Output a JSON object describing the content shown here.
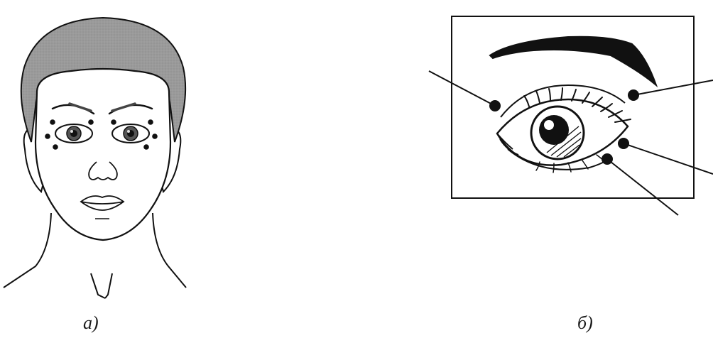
{
  "figure": {
    "captions": {
      "a": "а)",
      "b": "б)"
    },
    "panel_a": {
      "description_icon": "face-with-acupressure-points-icon",
      "points_per_side": 4
    },
    "panel_b": {
      "description_icon": "eye-closeup-icon",
      "pointer_count": 4
    },
    "colors": {
      "ink": "#111111",
      "hair": "#9a9a9a",
      "background": "#ffffff"
    }
  }
}
